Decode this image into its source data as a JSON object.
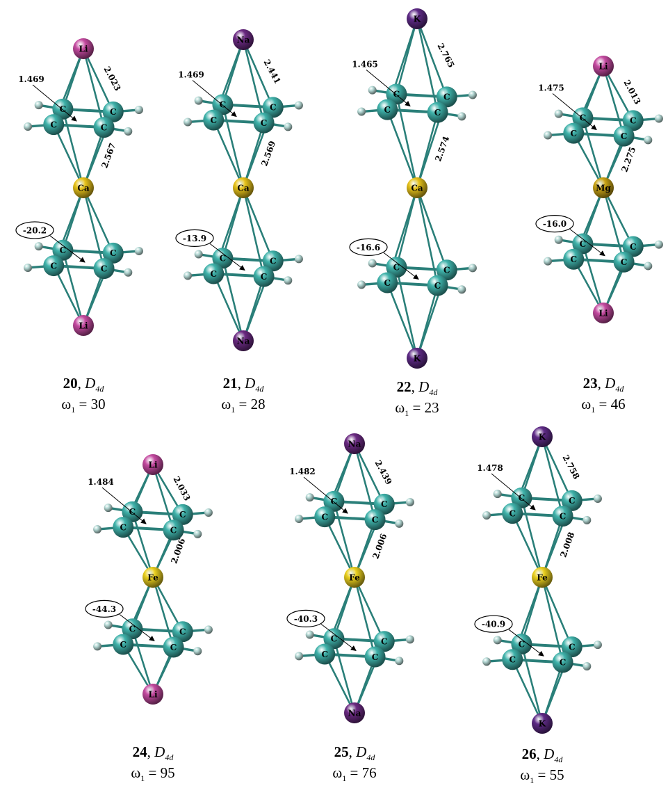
{
  "colors": {
    "carbon": "#3fb2aa",
    "bond": "#2a7f79",
    "hydrogen": "#b8dcd8",
    "Li": "#c44aa0",
    "Na": "#6b2a82",
    "K": "#5e2a86",
    "Ca": "#e6c21a",
    "Mg": "#c8a315",
    "Fe": "#e9cf1e"
  },
  "atom_labels": {
    "carbon": "C"
  },
  "molecules": [
    {
      "id": "20",
      "point_group": "D",
      "point_group_sub": "4d",
      "omega_label": "ω",
      "omega_sub": "1",
      "omega_value": "= 30",
      "apex": "Li",
      "center": "Ca",
      "bottom": "Li",
      "cc_bond": "1.469",
      "apex_bond": "2.023",
      "center_bond": "2.567",
      "nics": "-20.2"
    },
    {
      "id": "21",
      "point_group": "D",
      "point_group_sub": "4d",
      "omega_label": "ω",
      "omega_sub": "1",
      "omega_value": "= 28",
      "apex": "Na",
      "center": "Ca",
      "bottom": "Na",
      "cc_bond": "1.469",
      "apex_bond": "2.441",
      "center_bond": "2.569",
      "nics": "-13.9"
    },
    {
      "id": "22",
      "point_group": "D",
      "point_group_sub": "4d",
      "omega_label": "ω",
      "omega_sub": "1",
      "omega_value": "= 23",
      "apex": "K",
      "center": "Ca",
      "bottom": "K",
      "cc_bond": "1.465",
      "apex_bond": "2.765",
      "center_bond": "2.574",
      "nics": "-16.6"
    },
    {
      "id": "23",
      "point_group": "D",
      "point_group_sub": "4d",
      "omega_label": "ω",
      "omega_sub": "1",
      "omega_value": "= 46",
      "apex": "Li",
      "center": "Mg",
      "bottom": "Li",
      "cc_bond": "1.475",
      "apex_bond": "2.013",
      "center_bond": "2.275",
      "nics": "-16.0"
    },
    {
      "id": "24",
      "point_group": "D",
      "point_group_sub": "4d",
      "omega_label": "ω",
      "omega_sub": "1",
      "omega_value": "= 95",
      "apex": "Li",
      "center": "Fe",
      "bottom": "Li",
      "cc_bond": "1.484",
      "apex_bond": "2.033",
      "center_bond": "2.006",
      "nics": "-44.3"
    },
    {
      "id": "25",
      "point_group": "D",
      "point_group_sub": "4d",
      "omega_label": "ω",
      "omega_sub": "1",
      "omega_value": "= 76",
      "apex": "Na",
      "center": "Fe",
      "bottom": "Na",
      "cc_bond": "1.482",
      "apex_bond": "2.439",
      "center_bond": "2.006",
      "nics": "-40.3"
    },
    {
      "id": "26",
      "point_group": "D",
      "point_group_sub": "4d",
      "omega_label": "ω",
      "omega_sub": "1",
      "omega_value": "= 55",
      "apex": "K",
      "center": "Fe",
      "bottom": "K",
      "cc_bond": "1.478",
      "apex_bond": "2.758",
      "center_bond": "2.008",
      "nics": "-40.9"
    }
  ]
}
